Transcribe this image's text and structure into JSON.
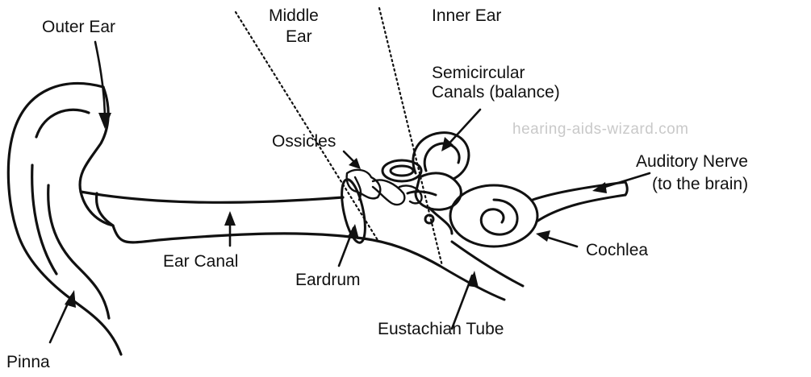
{
  "labels": {
    "outer_ear": "Outer Ear",
    "middle_ear_1": "Middle",
    "middle_ear_2": "Ear",
    "inner_ear": "Inner Ear",
    "semicircular_1": "Semicircular",
    "semicircular_2": "Canals (balance)",
    "ossicles": "Ossicles",
    "auditory_1": "Auditory Nerve",
    "auditory_2": "(to the brain)",
    "cochlea": "Cochlea",
    "ear_canal": "Ear Canal",
    "eardrum": "Eardrum",
    "eustachian": "Eustachian Tube",
    "pinna": "Pinna"
  },
  "watermark": "hearing-aids-wizard.com",
  "colors": {
    "ink": "#111111",
    "watermark": "#c9c9c9",
    "background": "#ffffff"
  }
}
